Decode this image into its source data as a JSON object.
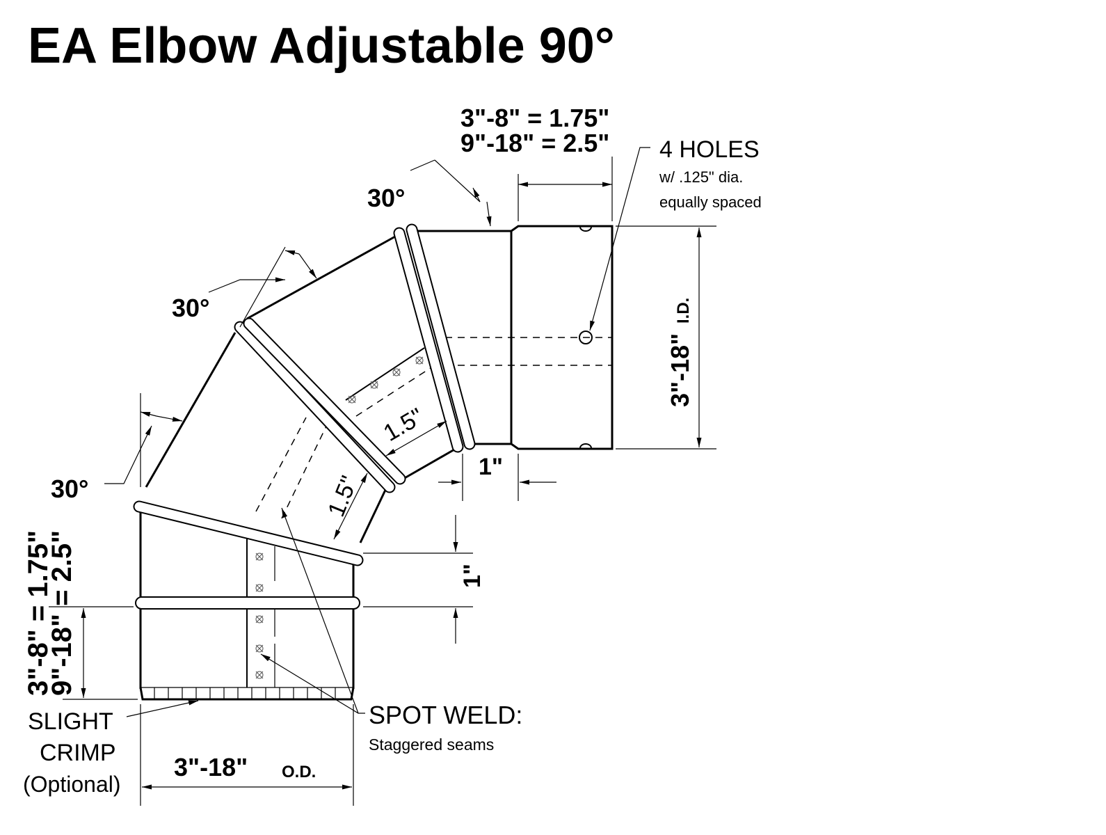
{
  "title": "EA Elbow Adjustable  90°",
  "labels": {
    "angle_top": "30°",
    "angle_mid": "30°",
    "angle_low": "30°",
    "top_dim_line1": "3\"-8\" = 1.75\"",
    "top_dim_line2": "9\"-18\" = 2.5\"",
    "holes_title": "4 HOLES",
    "holes_line1": "w/ .125\" dia.",
    "holes_line2": "equally spaced",
    "id_size": "3\"-18\"",
    "id_suffix": "I.D.",
    "overlap_upper": "1.5\"",
    "overlap_lower": "1.5\"",
    "step_horizontal": "1\"",
    "step_vertical": "1\"",
    "left_dim_line1": "3\"-8\" = 1.75\"",
    "left_dim_line2": "9\"-18\" = 2.5\"",
    "crimp_1": "SLIGHT",
    "crimp_2": "CRIMP",
    "crimp_3": "(Optional)",
    "od_size": "3\"-18\"",
    "od_suffix": "O.D.",
    "spot_weld": "SPOT WELD:",
    "spot_weld_sub": "Staggered seams"
  }
}
